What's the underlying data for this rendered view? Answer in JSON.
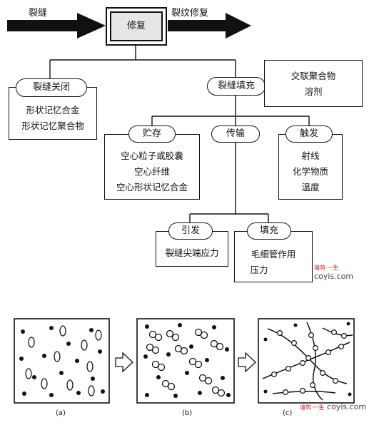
{
  "top": {
    "left_label": "裂缝",
    "center_label": "修复",
    "right_label": "裂纹修复"
  },
  "closure": {
    "title": "裂缝关闭",
    "items": [
      "形状记忆合金",
      "形状记忆聚合物"
    ]
  },
  "filling": {
    "title": "裂缝填充",
    "side_items": [
      "交联聚合物",
      "溶剂"
    ]
  },
  "storage": {
    "title": "贮存",
    "items": [
      "空心粒子或胶囊",
      "空心纤维",
      "空心形状记忆合金"
    ]
  },
  "transport": {
    "title": "传输"
  },
  "trigger": {
    "title": "触发",
    "items": [
      "射线",
      "化学物质",
      "温度"
    ]
  },
  "initiate": {
    "title": "引发",
    "items": [
      "裂缝尖端应力"
    ]
  },
  "fill": {
    "title": "填充",
    "items": [
      "毛细管作用",
      "压力"
    ]
  },
  "captions": {
    "a": "(a)",
    "b": "(b)",
    "c": "(c)"
  },
  "watermark": {
    "text": "coyis.com",
    "mark": "墙筑·一生"
  }
}
